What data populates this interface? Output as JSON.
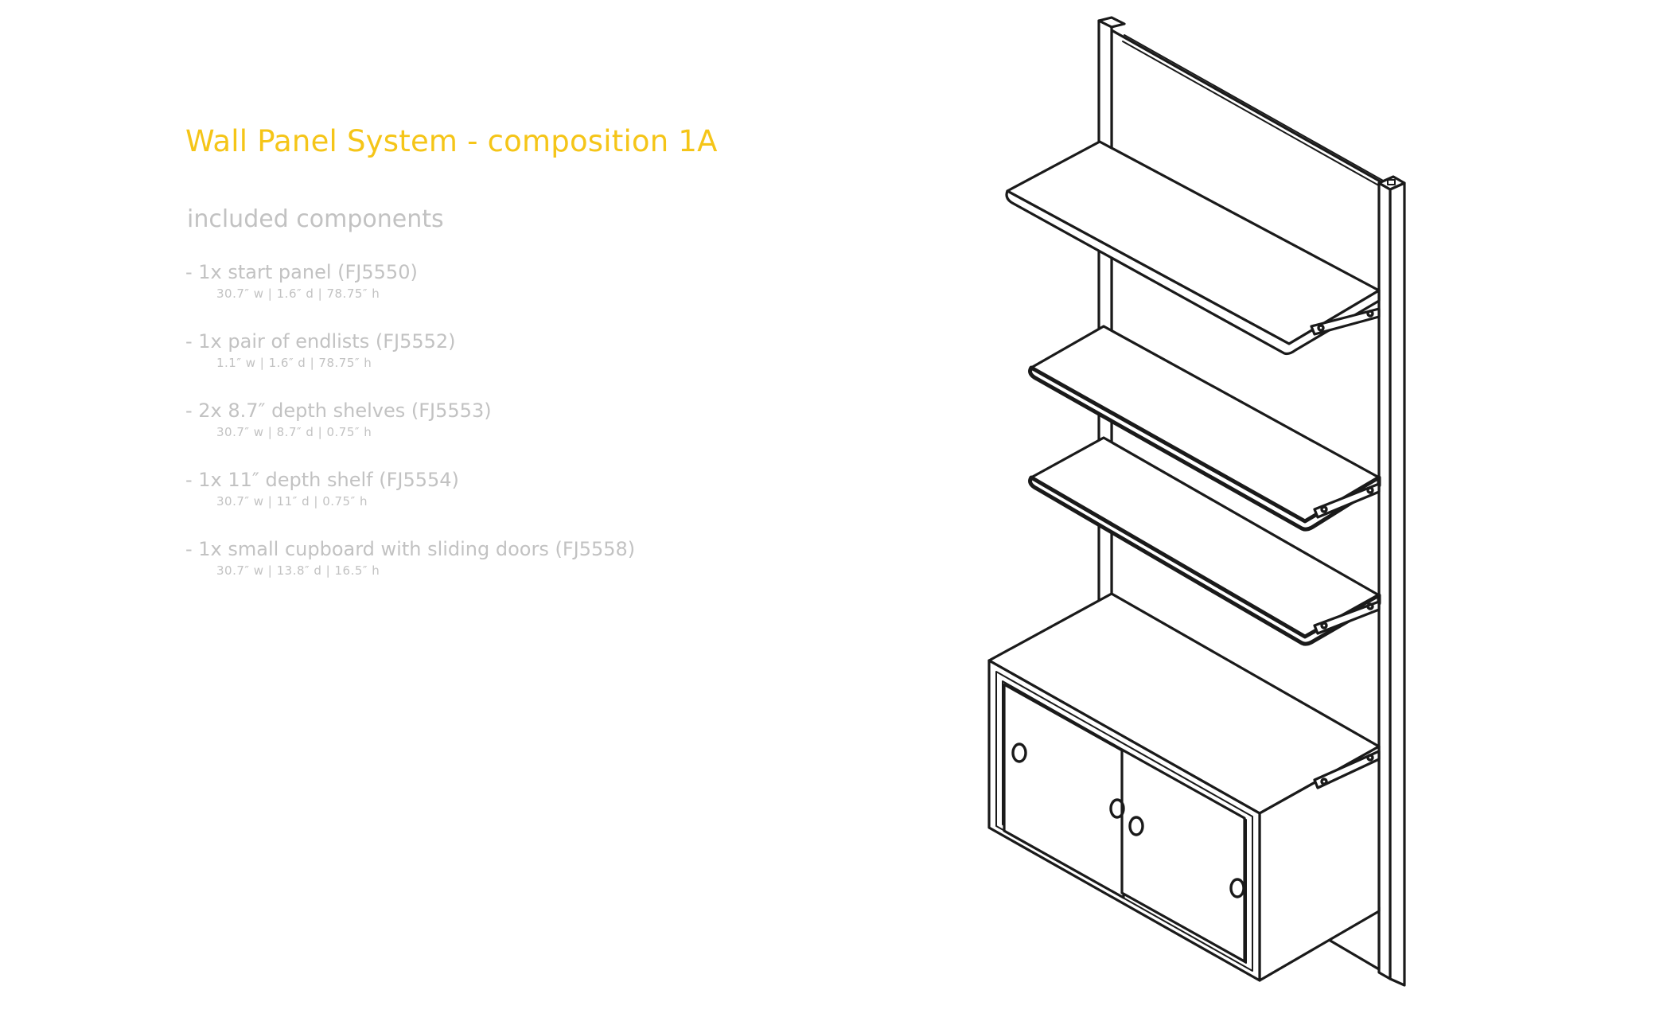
{
  "title": "Wall Panel System - composition 1A",
  "subtitle": "included components",
  "components": [
    {
      "name": "- 1x start panel (FJ5550)",
      "dims": "30.7″ w | 1.6″ d | 78.75″ h"
    },
    {
      "name": "- 1x pair of endlists (FJ5552)",
      "dims": "1.1″ w | 1.6″ d | 78.75″ h"
    },
    {
      "name": "- 2x 8.7″ depth shelves (FJ5553)",
      "dims": "30.7″ w | 8.7″ d | 0.75″ h"
    },
    {
      "name": "- 1x 11″ depth shelf (FJ5554)",
      "dims": "30.7″ w | 11″ d | 0.75″ h"
    },
    {
      "name": "- 1x small cupboard with sliding doors (FJ5558)",
      "dims": "30.7″ w | 13.8″ d | 16.5″ h"
    }
  ],
  "colors": {
    "title": "#f5c518",
    "text": "#c2c2c2",
    "line": "#1a1a1a"
  }
}
